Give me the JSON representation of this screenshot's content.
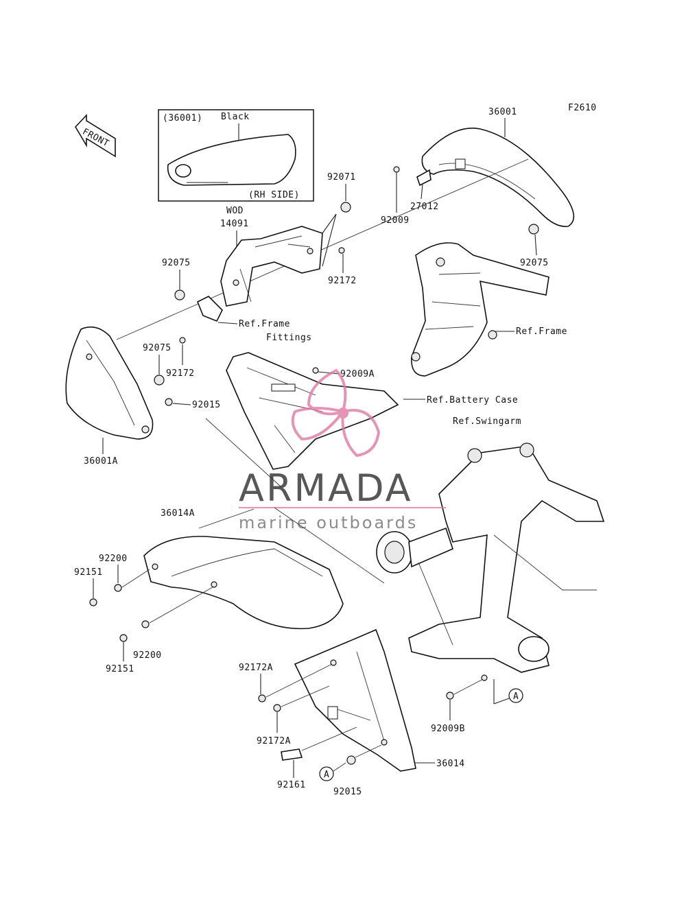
{
  "diagram": {
    "code": "F2610",
    "inset": {
      "part": "(36001)",
      "color": "Black",
      "side": "(RH SIDE)"
    },
    "front": "FRONT",
    "labels": {
      "p36001": "36001",
      "p92071": "92071",
      "p27012": "27012",
      "p92009": "92009",
      "p92075_right": "92075",
      "pWOD": "WOD",
      "p14091": "14091",
      "p92075_left": "92075",
      "p92172_mid": "92172",
      "refFrameFittings1": "Ref.Frame",
      "refFrameFittings2": "Fittings",
      "refFrameRight": "Ref.Frame",
      "p92075_lower": "92075",
      "p92172_lower": "92172",
      "p92009A": "92009A",
      "refBattery": "Ref.Battery Case",
      "p92015_upper": "92015",
      "refSwingarm": "Ref.Swingarm",
      "p36001A": "36001A",
      "p36014A": "36014A",
      "p92200_top": "92200",
      "p92151_top": "92151",
      "p92200_bottom": "92200",
      "p92151_bottom": "92151",
      "p92172A_top": "92172A",
      "p92172A_bottom": "92172A",
      "p92161": "92161",
      "p92015_bottom": "92015",
      "p36014": "36014",
      "p92009B": "92009B",
      "markerA1": "A",
      "markerA2": "A"
    }
  },
  "watermark": {
    "brand": "ARMADA",
    "tagline": "marine outboards",
    "accent": "#e07aa3"
  }
}
